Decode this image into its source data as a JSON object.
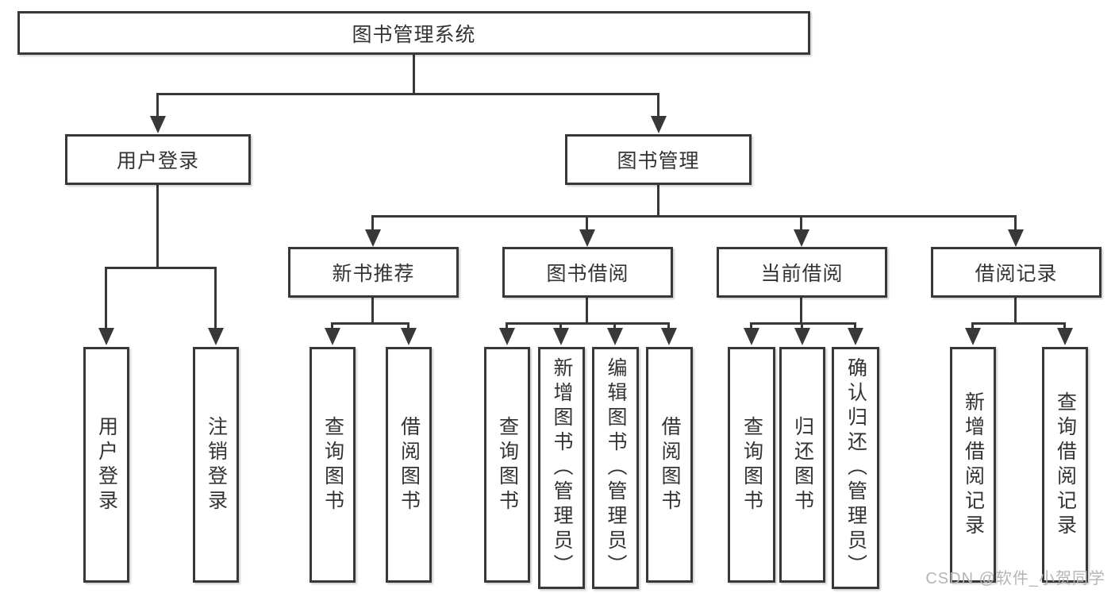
{
  "diagram": {
    "root": {
      "label": "图书管理系统"
    },
    "level1": [
      {
        "label": "用户登录"
      },
      {
        "label": "图书管理"
      }
    ],
    "level2": [
      {
        "label": "新书推荐"
      },
      {
        "label": "图书借阅"
      },
      {
        "label": "当前借阅"
      },
      {
        "label": "借阅记录"
      }
    ],
    "leaves": {
      "user": [
        "用户登录",
        "注销登录"
      ],
      "recommend": [
        "查询图书",
        "借阅图书"
      ],
      "borrow": [
        "查询图书",
        "新增图书（管理员）",
        "编辑图书（管理员）",
        "借阅图书"
      ],
      "current": [
        "查询图书",
        "归还图书",
        "确认归还（管理员）"
      ],
      "records": [
        "新增借阅记录",
        "查询借阅记录"
      ]
    }
  },
  "watermark": {
    "text": "CSDN @软件_小贺同学"
  },
  "colors": {
    "line": "#383838",
    "box_border": "#383838",
    "box_fill": "#ffffff",
    "text": "#333333",
    "watermark": "#b5b5b5",
    "background": "#ffffff"
  }
}
